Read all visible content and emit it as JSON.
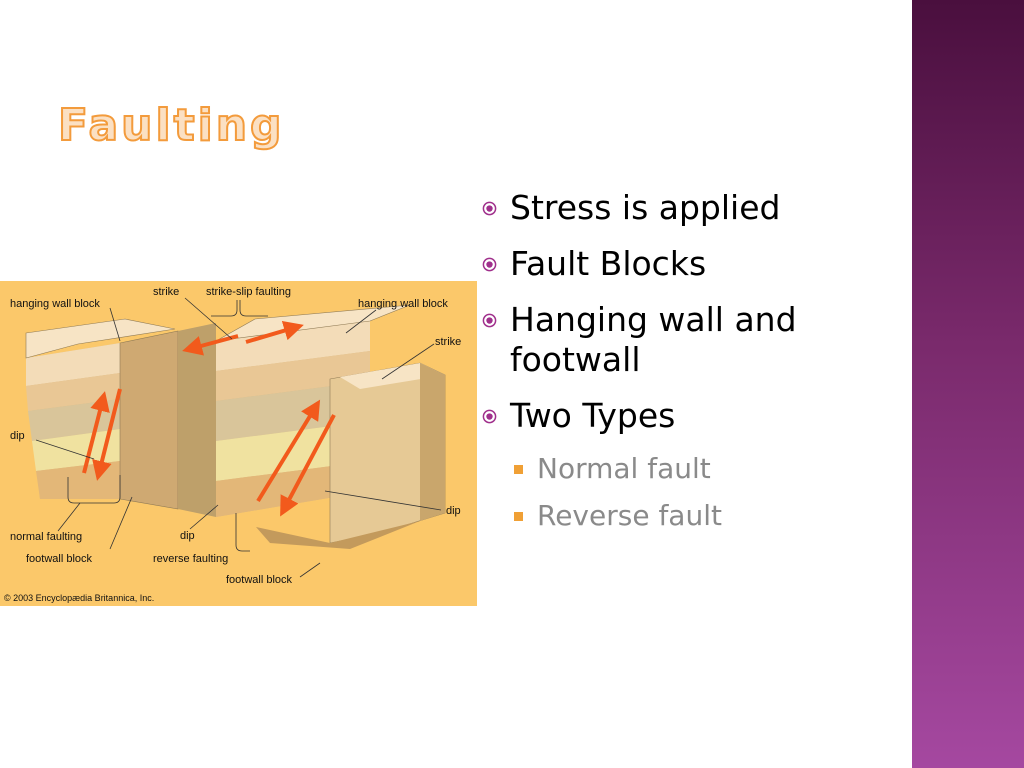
{
  "slide": {
    "title": "Faulting",
    "bullets": [
      "Stress is applied",
      "Fault Blocks",
      "Hanging wall and footwall",
      "Two Types"
    ],
    "sub_bullets": [
      "Normal fault",
      "Reverse fault"
    ]
  },
  "figure": {
    "labels": {
      "hanging_wall_left": "hanging wall block",
      "strike_top": "strike",
      "strike_slip": "strike-slip faulting",
      "hanging_wall_right": "hanging wall block",
      "strike_right": "strike",
      "dip_left": "dip",
      "dip_right": "dip",
      "normal_faulting": "normal faulting",
      "footwall_block_left": "footwall block",
      "dip_center": "dip",
      "reverse_faulting": "reverse faulting",
      "footwall_block_right": "footwall block"
    },
    "copyright": "© 2003 Encyclopædia Britannica, Inc."
  },
  "colors": {
    "accent": "#f39b3c",
    "sidebar_dark": "#4a0f3e",
    "sidebar_light": "#a548a0",
    "bullet": "#a0308c",
    "sub_bullet": "#f0a035"
  }
}
